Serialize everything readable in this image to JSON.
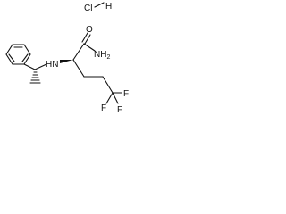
{
  "molecule": {
    "atom_labels": {
      "hcl_h": "H",
      "hcl_cl": "Cl",
      "amide_o": "O",
      "amide_nh2": "NH",
      "amide_nh2_sub": "2",
      "amine_nh": "HN",
      "f1": "F",
      "f2": "F",
      "f3": "F"
    }
  }
}
